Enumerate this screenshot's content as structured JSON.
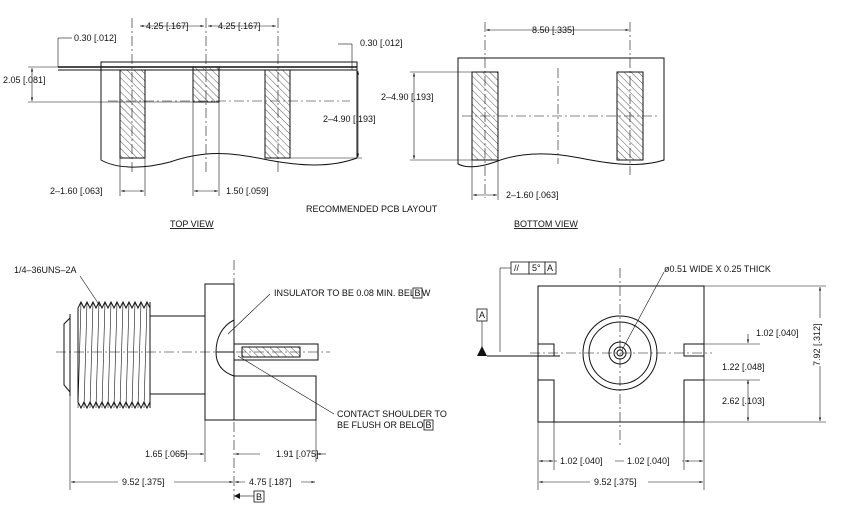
{
  "top_view": {
    "title": "TOP VIEW",
    "dim_pitch_left": "4.25 [.167]",
    "dim_pitch_right": "4.25 [.167]",
    "dim_gap_left": "0.30 [.012]",
    "dim_gap_right": "0.30 [.012]",
    "dim_height_small": "2.05 [.081]",
    "dim_height_pad": "2–4.90 [.193]",
    "dim_width_pad": "2–1.60 [.063]",
    "dim_center_pad": "1.50 [.059]"
  },
  "layout_title": "RECOMMENDED PCB LAYOUT",
  "bottom_view": {
    "title": "BOTTOM VIEW",
    "dim_pitch": "8.50 [.335]",
    "dim_height_pad": "2–4.90 [.193]",
    "dim_width_pad": "2–1.60 [.063]"
  },
  "side_view": {
    "thread_label": "1/4–36UNS–2A",
    "insulator_note": "INSULATOR TO BE 0.08 MIN. BELOW",
    "insulator_ref": "B",
    "contact_note_1": "CONTACT SHOULDER TO",
    "contact_note_2": "BE FLUSH OR BELOW",
    "contact_ref": "B",
    "dim_flange": "1.65 [.065]",
    "dim_contact": "1.91 [.075]",
    "dim_overall": "9.52 [.375]",
    "dim_offset": "4.75 [.187]",
    "datum_b": "B"
  },
  "end_view": {
    "fcf_symbol": "//",
    "fcf_tolerance": "5°",
    "fcf_datum": "A",
    "datum_a": "A",
    "slot_note": "ø0.51 WIDE X 0.25 THICK",
    "dim_pin_height": "1.02 [.040]",
    "dim_center_height": "1.22 [.048]",
    "dim_leg_height": "2.62 [.103]",
    "dim_total_height": "7.92 [.312]",
    "dim_leg_left": "1.02 [.040]",
    "dim_leg_right": "1.02 [.040]",
    "dim_overall_width": "9.52 [.375]"
  }
}
